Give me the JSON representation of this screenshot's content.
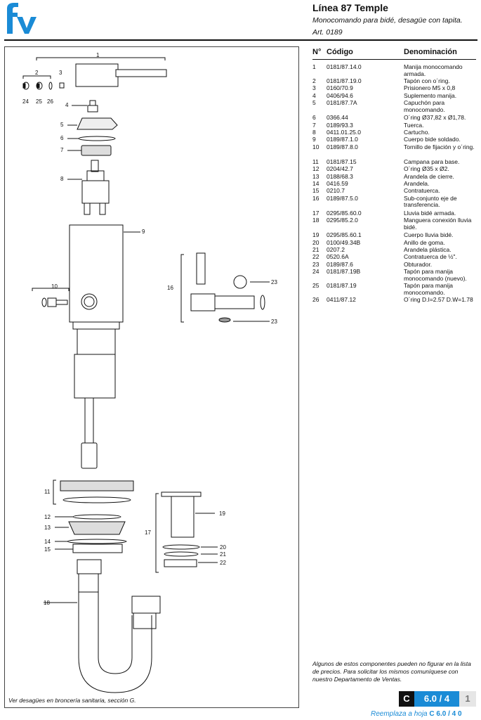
{
  "header": {
    "logo_text": "fv",
    "title": "Línea 87 Temple",
    "subtitle": "Monocomando para bidé, desagüe con tapita.",
    "article": "Art. 0189"
  },
  "colors": {
    "brand": "#1a8bd6",
    "ink": "#111111"
  },
  "diagram": {
    "note": "Ver desagües en broncería sanitaria, sección G.",
    "callouts": [
      {
        "id": "c1",
        "text": "1"
      },
      {
        "id": "c2",
        "text": "2"
      },
      {
        "id": "c3",
        "text": "3"
      },
      {
        "id": "c24",
        "text": "24"
      },
      {
        "id": "c25",
        "text": "25"
      },
      {
        "id": "c26",
        "text": "26"
      },
      {
        "id": "c4",
        "text": "4"
      },
      {
        "id": "c5",
        "text": "5"
      },
      {
        "id": "c6",
        "text": "6"
      },
      {
        "id": "c7",
        "text": "7"
      },
      {
        "id": "c8",
        "text": "8"
      },
      {
        "id": "c9",
        "text": "9"
      },
      {
        "id": "c10",
        "text": "10"
      },
      {
        "id": "c16",
        "text": "16"
      },
      {
        "id": "c23a",
        "text": "23"
      },
      {
        "id": "c23b",
        "text": "23"
      },
      {
        "id": "c11",
        "text": "11"
      },
      {
        "id": "c12",
        "text": "12"
      },
      {
        "id": "c13",
        "text": "13"
      },
      {
        "id": "c14",
        "text": "14"
      },
      {
        "id": "c15",
        "text": "15"
      },
      {
        "id": "c17",
        "text": "17"
      },
      {
        "id": "c19",
        "text": "19"
      },
      {
        "id": "c20",
        "text": "20"
      },
      {
        "id": "c21",
        "text": "21"
      },
      {
        "id": "c22",
        "text": "22"
      },
      {
        "id": "c18",
        "text": "18"
      }
    ]
  },
  "parts_table": {
    "headers": {
      "num": "N°",
      "code": "Código",
      "name": "Denominación"
    },
    "rows": [
      {
        "num": "1",
        "code": "0181/87.14.0",
        "name": "Manija monocomando armada."
      },
      {
        "num": "2",
        "code": "0181/87.19.0",
        "name": "Tapón con o´ring."
      },
      {
        "num": "3",
        "code": "0160/70.9",
        "name": "Prisionero M5 x 0,8"
      },
      {
        "num": "4",
        "code": "0406/94.6",
        "name": "Suplemento manija."
      },
      {
        "num": "5",
        "code": "0181/87.7A",
        "name": "Capuchón para monocomando."
      },
      {
        "num": "6",
        "code": "0366.44",
        "name": "O´ring Ø37,82 x Ø1,78."
      },
      {
        "num": "7",
        "code": "0189/93.3",
        "name": "Tuerca."
      },
      {
        "num": "8",
        "code": "0411.01.25.0",
        "name": "Cartucho."
      },
      {
        "num": "9",
        "code": "0189/87.1.0",
        "name": "Cuerpo bide soldado."
      },
      {
        "num": "10",
        "code": "0189/87.8.0",
        "name": "Tornillo de fijación y o´ring."
      },
      {
        "num": "11",
        "code": "0181/87.15",
        "name": "Campana para base."
      },
      {
        "num": "12",
        "code": "0204/42.7",
        "name": "O´ring Ø35 x Ø2."
      },
      {
        "num": "13",
        "code": "0188/68.3",
        "name": "Arandela de cierre."
      },
      {
        "num": "14",
        "code": "0416.59",
        "name": "Arandela."
      },
      {
        "num": "15",
        "code": "0210.7",
        "name": "Contratuerca."
      },
      {
        "num": "16",
        "code": "0189/87.5.0",
        "name": "Sub-conjunto eje de transferencia."
      },
      {
        "num": "17",
        "code": "0295/85.60.0",
        "name": "Lluvia bidé armada."
      },
      {
        "num": "18",
        "code": "0295/85.2.0",
        "name": "Manguera conexión lluvia bidé."
      },
      {
        "num": "19",
        "code": "0295/85.60.1",
        "name": "Cuerpo lluvia bidé."
      },
      {
        "num": "20",
        "code": "0100/49.34B",
        "name": "Anillo de goma."
      },
      {
        "num": "21",
        "code": "0207.2",
        "name": "Arandela plástica."
      },
      {
        "num": "22",
        "code": "0520.6A",
        "name": "Contratuerca de ½\"."
      },
      {
        "num": "23",
        "code": "0189/87.6",
        "name": "Obturador."
      },
      {
        "num": "24",
        "code": "0181/87.19B",
        "name": "Tapón para manija monocomando (nuevo)."
      },
      {
        "num": "25",
        "code": "0181/87.19",
        "name": "Tapón para manija monocomando."
      },
      {
        "num": "26",
        "code": "0411/87.12",
        "name": "O´ring D.I=2.57 D.W=1.78"
      }
    ]
  },
  "footnote": "Algunos de estos componentes pueden no figurar en la lista de precios. Para solicitar los mismos comuníquese con nuestro Departamento de Ventas.",
  "page_badge": {
    "section": "C",
    "code": "6.0 / 4",
    "page": "1"
  },
  "replaces": {
    "label": "Reemplaza a hoja",
    "ref": "C  6.0 / 4  0"
  }
}
